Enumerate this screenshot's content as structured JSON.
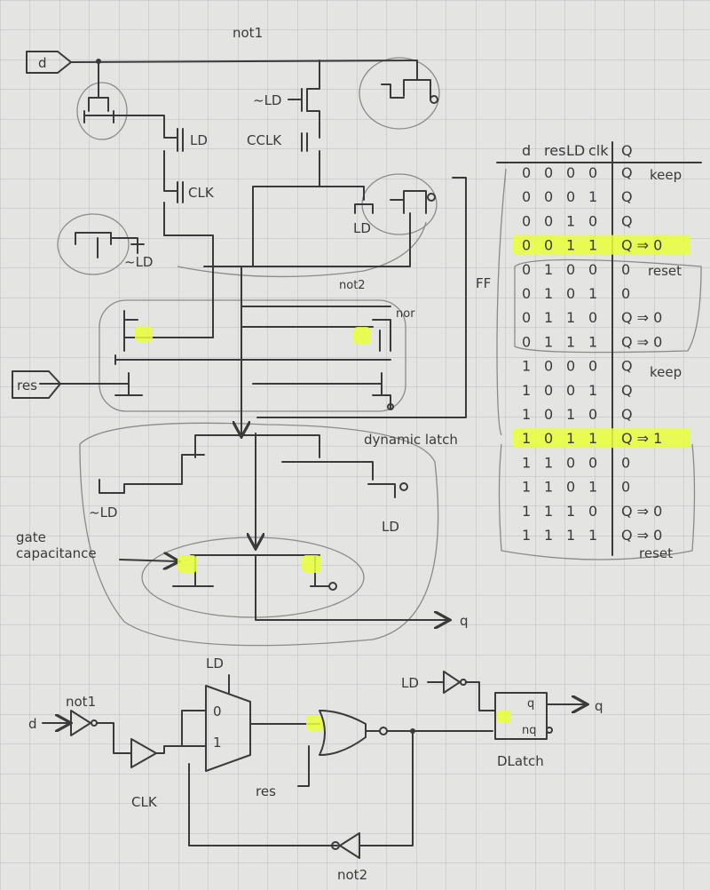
{
  "labels": {
    "d_input": "d",
    "res_input": "res",
    "not1_top": "not1",
    "nLD_1": "~LD",
    "LD_1": "LD",
    "CCLK": "CCLK",
    "CLK_1": "CLK",
    "nLD_2": "~LD",
    "LD_2": "LD",
    "not2_top": "not2",
    "nor": "nor",
    "FF": "FF",
    "dynamic_latch": "dynamic latch",
    "nLD_3": "~LD",
    "LD_3": "LD",
    "gate_capacitance": "gate\ncapacitance",
    "q_out": "q"
  },
  "truth_table": {
    "headers": [
      "d",
      "res",
      "LD",
      "clk",
      "Q"
    ],
    "rows": [
      [
        "0",
        "0",
        "0",
        "0",
        "Q"
      ],
      [
        "0",
        "0",
        "0",
        "1",
        "Q"
      ],
      [
        "0",
        "0",
        "1",
        "0",
        "Q"
      ],
      [
        "0",
        "0",
        "1",
        "1",
        "Q ⇒ 0"
      ],
      [
        "0",
        "1",
        "0",
        "0",
        "0"
      ],
      [
        "0",
        "1",
        "0",
        "1",
        "0"
      ],
      [
        "0",
        "1",
        "1",
        "0",
        "Q ⇒ 0"
      ],
      [
        "0",
        "1",
        "1",
        "1",
        "Q ⇒ 0"
      ],
      [
        "1",
        "0",
        "0",
        "0",
        "Q"
      ],
      [
        "1",
        "0",
        "0",
        "1",
        "Q"
      ],
      [
        "1",
        "0",
        "1",
        "0",
        "Q"
      ],
      [
        "1",
        "0",
        "1",
        "1",
        "Q ⇒ 1"
      ],
      [
        "1",
        "1",
        "0",
        "0",
        "0"
      ],
      [
        "1",
        "1",
        "0",
        "1",
        "0"
      ],
      [
        "1",
        "1",
        "1",
        "0",
        "Q ⇒ 0"
      ],
      [
        "1",
        "1",
        "1",
        "1",
        "Q ⇒ 0"
      ]
    ],
    "highlighted_rows": [
      3,
      11
    ],
    "group_labels": [
      "keep",
      "reset",
      "keep",
      "reset"
    ]
  },
  "logic": {
    "d": "d",
    "not1": "not1",
    "CLK": "CLK",
    "LD": "LD",
    "mux_0": "0",
    "mux_1": "1",
    "res": "res",
    "not2": "not2",
    "LD_latch": "LD",
    "latch_q": "q",
    "latch_nq": "nq",
    "latch_name": "DLatch",
    "q_out": "q"
  },
  "colors": {
    "highlight": "#e8ff3a",
    "ink": "#3a3a3a",
    "paper": "#e4e4e2",
    "grid": "#b9bcc6"
  }
}
